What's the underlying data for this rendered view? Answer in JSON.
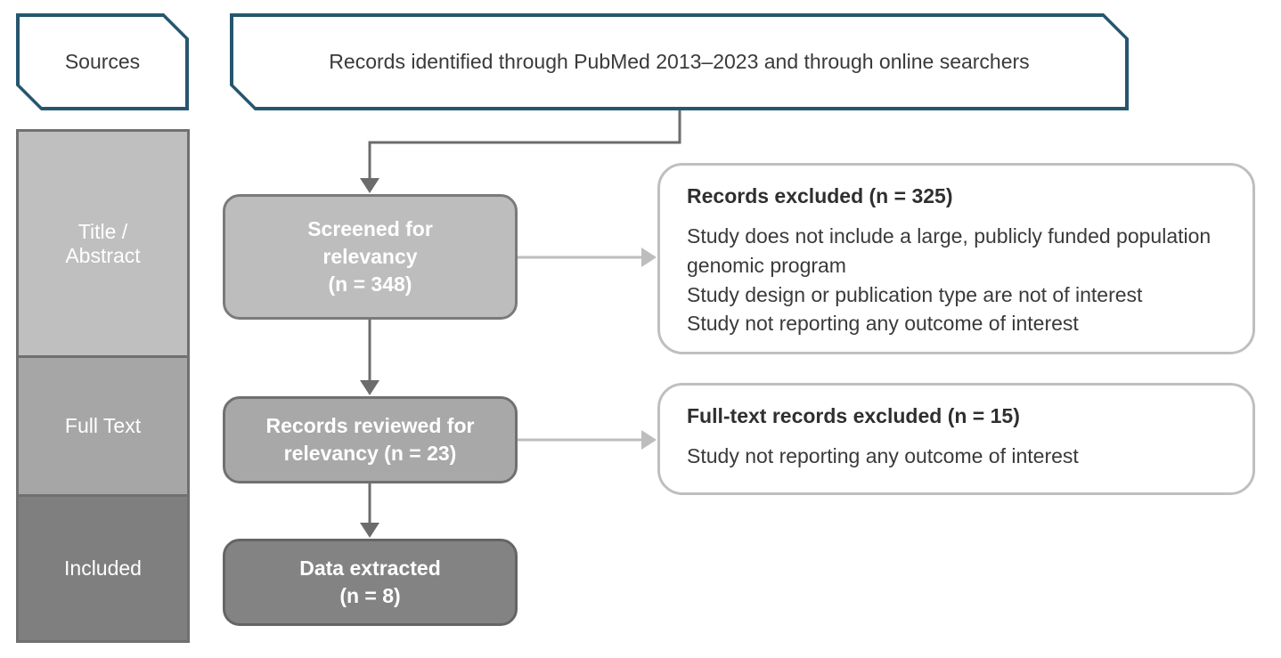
{
  "palette": {
    "teal": "#26566F",
    "stage1": "#BFBFBF",
    "stage2": "#A6A6A6",
    "stage3": "#7F7F7F",
    "stageBorder": "#6E7072",
    "flow1": "#BDBDBD",
    "flow1b": "#7A7A7A",
    "flow2": "#A8A8A8",
    "flow2b": "#707070",
    "flow3": "#838383",
    "flow3b": "#656565",
    "exborder": "#BFBFBF",
    "arrowDark": "#6C6C6C",
    "arrowLight": "#BDBDBD",
    "textDark": "#3A3A3A",
    "textTitle": "#2F2F2F"
  },
  "header": {
    "sources_label": "Sources",
    "identification_text": "Records identified through PubMed 2013–2023 and through online searchers"
  },
  "stages": {
    "title_abstract": [
      "Title /",
      "Abstract"
    ],
    "full_text": [
      "Full Text"
    ],
    "included": [
      "Included"
    ]
  },
  "flow": {
    "screened": [
      "Screened for",
      "relevancy",
      "(n = 348)"
    ],
    "reviewed": [
      "Records reviewed for",
      "relevancy (n = 23)"
    ],
    "extracted": [
      "Data extracted",
      "(n = 8)"
    ]
  },
  "exclusions": {
    "records": {
      "title": "Records excluded (n = 325)",
      "reasons": [
        "Study does not include a large, publicly funded population genomic program",
        "Study design or publication type are not of interest",
        "Study not reporting any outcome of interest"
      ]
    },
    "fulltext": {
      "title": "Full-text records excluded (n = 15)",
      "reasons": [
        "Study not reporting any outcome of interest"
      ]
    }
  }
}
